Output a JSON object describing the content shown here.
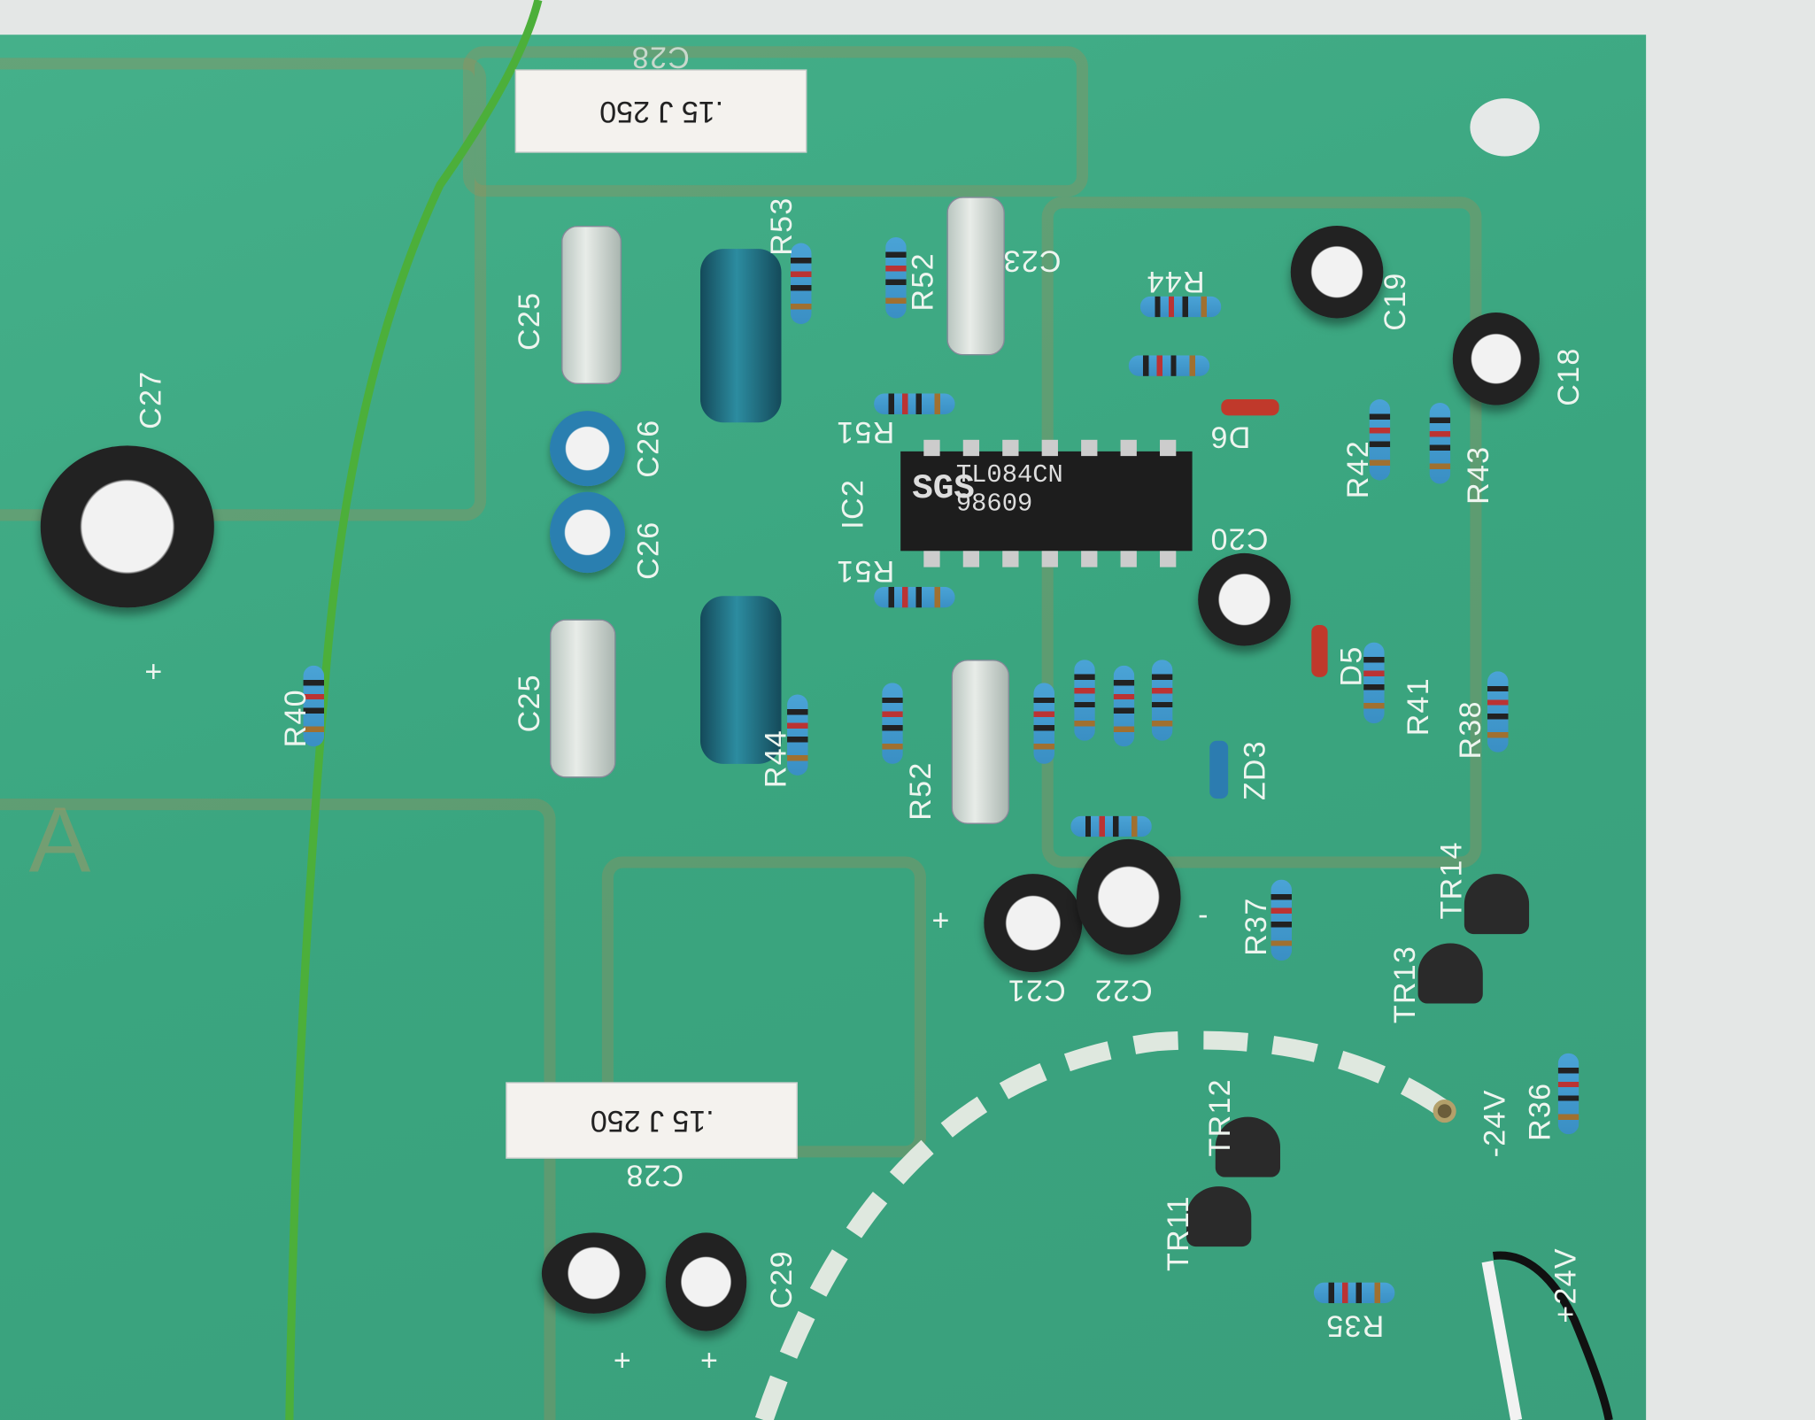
{
  "labels": {
    "c28_top": "C28",
    "c28_bottom": "C28",
    "box_cap": ".15 J 250",
    "c25a": "C25",
    "c25b": "C25",
    "c27": "C27",
    "c26a": "C26",
    "c26b": "C26",
    "ic2": "IC2",
    "r53": "R53",
    "r52a": "R52",
    "r52b": "R52",
    "c23": "C23",
    "r44a": "R44",
    "r44b": "R44",
    "r51a": "R51",
    "r51b": "R51",
    "c19": "C19",
    "c18": "C18",
    "r42": "R42",
    "r43": "R43",
    "d6": "D6",
    "c20": "C20",
    "d5": "D5",
    "r41": "R41",
    "r38": "R38",
    "zd3": "ZD3",
    "r37": "R37",
    "tr14": "TR14",
    "tr13": "TR13",
    "c21": "C21",
    "c22": "C22",
    "tr12": "TR12",
    "tr11": "TR11",
    "r36": "R36",
    "r35": "R35",
    "minus24": "-24V",
    "plus24": "+24V",
    "c29": "C29",
    "r40": "R40",
    "section": "A",
    "plus": "+",
    "minus": "-"
  },
  "chip": {
    "logo": "SGS",
    "part": "TL084CN",
    "code": "98609"
  },
  "colors": {
    "board": "#3fa983",
    "silkscreen": "#eef5ef",
    "wire_green": "#4caf3a",
    "wire_black": "#111111"
  }
}
